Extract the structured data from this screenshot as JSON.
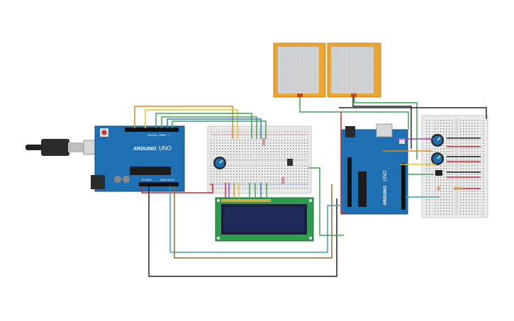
{
  "arduino_left": {
    "brand": "ARDUINO",
    "model": "UNO",
    "pin_header": "DIGITAL (PWM ~)",
    "power_label": "POWER",
    "analog_label": "ANALOG IN"
  },
  "arduino_right": {
    "brand": "ARDUINO",
    "model": "UNO"
  },
  "lcd": {
    "name": "16x2 LCD"
  },
  "colors": {
    "board": "#1f6fb3",
    "board_dark": "#134a7e",
    "breadboard": "#ececec",
    "lcd_pcb": "#2e9b4d",
    "lcd_screen": "#1e2a57",
    "touch_pad": "#e9a533",
    "wire_orange": "#e08a1c",
    "wire_yellow": "#e8c52a",
    "wire_green": "#3aa84a",
    "wire_blue": "#3c6fd0",
    "wire_red": "#d42a2a",
    "wire_black": "#222222",
    "wire_cyan": "#3a9fc4",
    "wire_brown": "#a0652e",
    "wire_purple": "#a23fb3"
  }
}
